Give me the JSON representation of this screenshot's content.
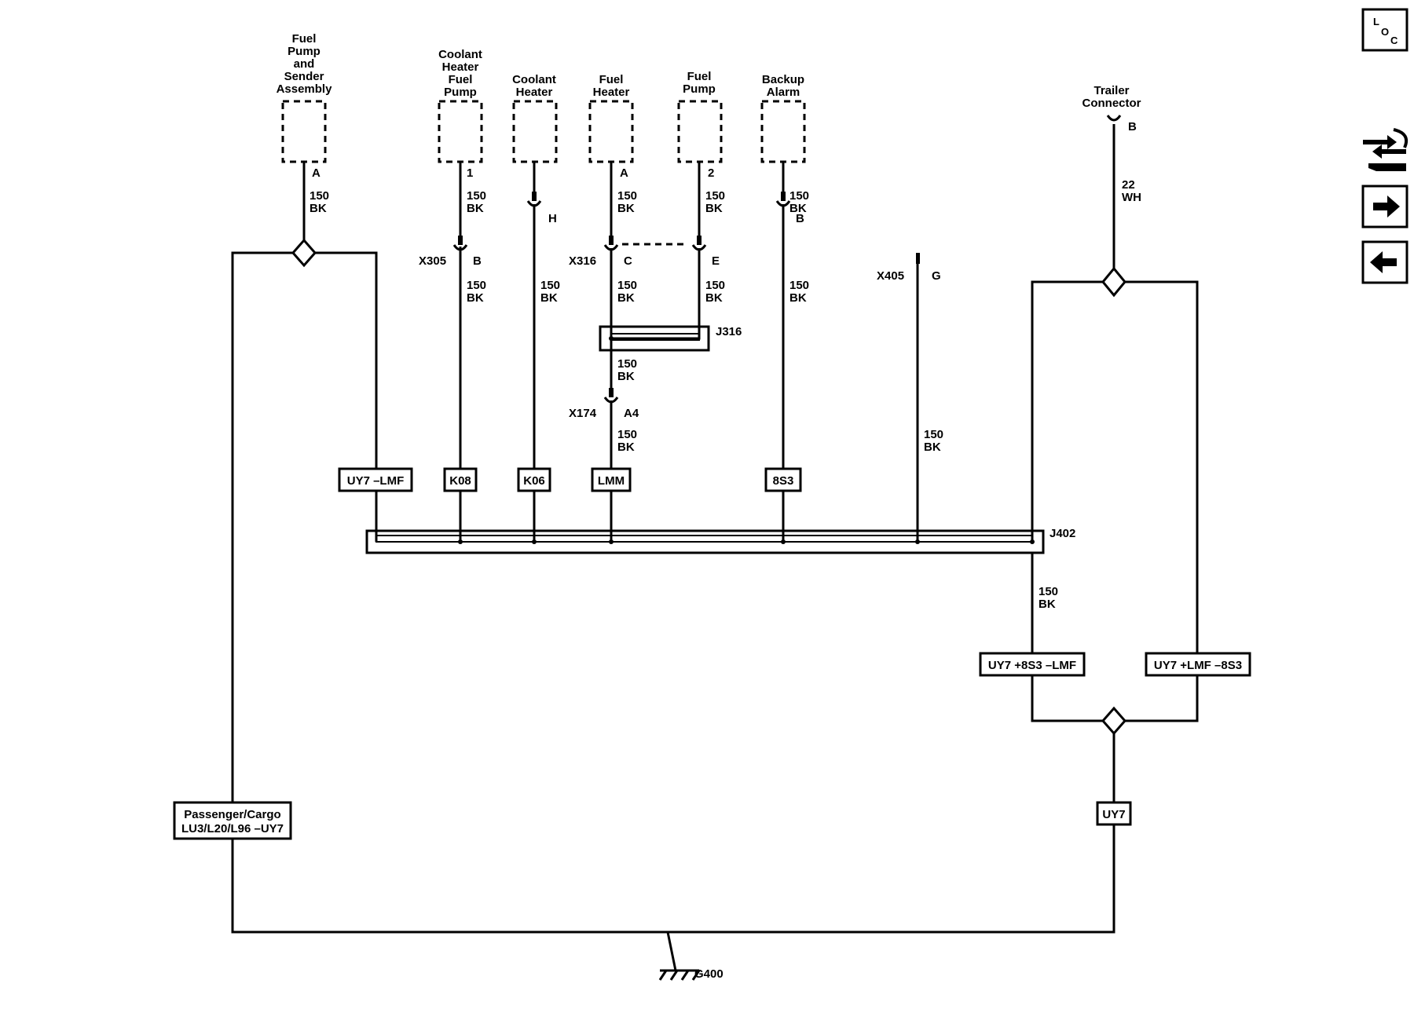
{
  "components": {
    "fuel_pump_sender": "Fuel Pump and Sender Assembly",
    "coolant_heater_fuel_pump": "Coolant Heater Fuel Pump",
    "coolant_heater": "Coolant Heater",
    "fuel_heater": "Fuel Heater",
    "fuel_pump": "Fuel Pump",
    "backup_alarm": "Backup Alarm",
    "trailer_connector": "Trailer Connector"
  },
  "pins": {
    "fuel_pump_sender": "A",
    "coolant_heater_fuel_pump": "1",
    "coolant_heater": "H",
    "fuel_heater": "A",
    "fuel_pump": "2",
    "backup_alarm": "B",
    "trailer_connector": "B"
  },
  "wire_gauge_color": {
    "size": "150",
    "color": "BK",
    "trailer_size": "22",
    "trailer_color": "WH"
  },
  "connectors": {
    "x305": "X305",
    "x305_pin": "B",
    "x316": "X316",
    "x316_pin_c": "C",
    "x316_pin_e": "E",
    "x174": "X174",
    "x174_pin": "A4",
    "x405": "X405",
    "x405_pin": "G"
  },
  "splices": {
    "j316": "J316",
    "j402": "J402"
  },
  "options": {
    "uy7_lmf": "UY7 –LMF",
    "k08": "K08",
    "k06": "K06",
    "lmm": "LMM",
    "s8s3": "8S3",
    "uy7_8s3_lmf": "UY7 +8S3 –LMF",
    "uy7_lmf_8s3": "UY7 +LMF –8S3",
    "uy7": "UY7",
    "passenger_line1": "Passenger/Cargo",
    "passenger_line2": "LU3/L20/L96 –UY7"
  },
  "ground": "G400",
  "nav": {
    "locator_L": "L",
    "locator_O": "O",
    "locator_C": "C",
    "icons": [
      "locator-icon",
      "connector-tool-icon",
      "next-arrow-icon",
      "back-arrow-icon"
    ]
  }
}
